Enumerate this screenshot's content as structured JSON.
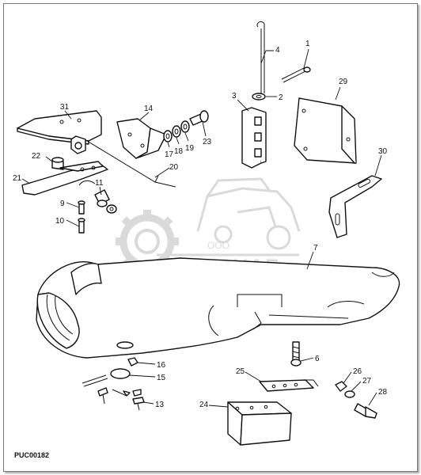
{
  "diagram": {
    "reference_code": "PUC00182",
    "callouts": [
      {
        "id": "c1",
        "label": "1"
      },
      {
        "id": "c2",
        "label": "2"
      },
      {
        "id": "c3",
        "label": "3"
      },
      {
        "id": "c4",
        "label": "4"
      },
      {
        "id": "c6",
        "label": "6"
      },
      {
        "id": "c7",
        "label": "7"
      },
      {
        "id": "c9",
        "label": "9"
      },
      {
        "id": "c10",
        "label": "10"
      },
      {
        "id": "c11",
        "label": "11"
      },
      {
        "id": "c13",
        "label": "13"
      },
      {
        "id": "c14",
        "label": "14"
      },
      {
        "id": "c15",
        "label": "15"
      },
      {
        "id": "c16",
        "label": "16"
      },
      {
        "id": "c17",
        "label": "17"
      },
      {
        "id": "c18",
        "label": "18"
      },
      {
        "id": "c19",
        "label": "19"
      },
      {
        "id": "c20",
        "label": "20"
      },
      {
        "id": "c21",
        "label": "21"
      },
      {
        "id": "c22",
        "label": "22"
      },
      {
        "id": "c23",
        "label": "23"
      },
      {
        "id": "c24",
        "label": "24"
      },
      {
        "id": "c25",
        "label": "25"
      },
      {
        "id": "c26",
        "label": "26"
      },
      {
        "id": "c27",
        "label": "27"
      },
      {
        "id": "c28",
        "label": "28"
      },
      {
        "id": "c29",
        "label": "29"
      },
      {
        "id": "c30",
        "label": "30"
      },
      {
        "id": "c31",
        "label": "31"
      }
    ]
  },
  "watermark": {
    "company_form": "ООО",
    "company_name": "АГРОСНАБ"
  },
  "colors": {
    "line": "#111111",
    "watermark": "#bdbdbd",
    "background": "#ffffff"
  }
}
